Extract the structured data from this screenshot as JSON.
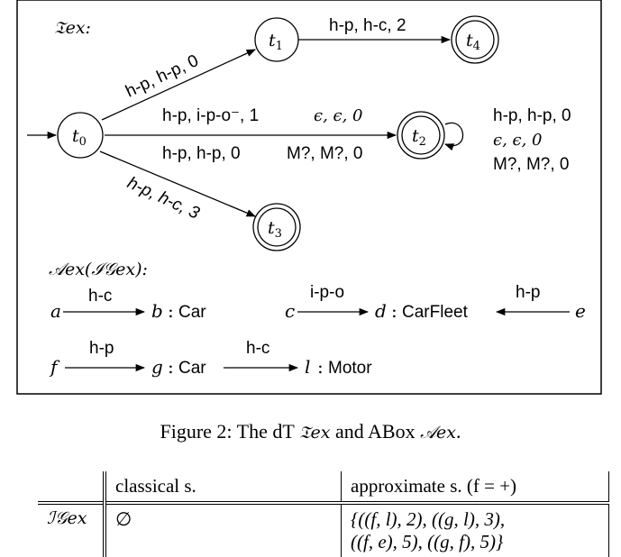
{
  "diagram": {
    "dt_title": "𝔗ex:",
    "states": [
      "t0",
      "t1",
      "t2",
      "t3",
      "t4"
    ],
    "edges": [
      {
        "from": "t0",
        "to": "t1",
        "label": "h-p, h-p, 0"
      },
      {
        "from": "t1",
        "to": "t4",
        "label": "h-p, h-c, 2"
      },
      {
        "from": "t0",
        "to": "t2",
        "labels": [
          "h-p, i-p-o⁻, 1",
          "ϵ, ϵ, 0",
          "h-p, h-p, 0",
          "M?, M?, 0"
        ]
      },
      {
        "from": "t2",
        "to": "t2",
        "labels": [
          "h-p, h-p, 0",
          "ϵ, ϵ, 0",
          "M?, M?, 0"
        ]
      },
      {
        "from": "t0",
        "to": "t3",
        "label": "h-p, h-c, 3"
      }
    ],
    "abox_title": "𝒜ex(ℐ𝒢ex):",
    "abox": {
      "a": "a",
      "b": "b",
      "b_type": "Car",
      "ab_role": "h-c",
      "c": "c",
      "d": "d",
      "d_type": "CarFleet",
      "cd_role": "i-p-o",
      "e": "e",
      "ed_role": "h-p",
      "f": "f",
      "g": "g",
      "g_type": "Car",
      "fg_role": "h-p",
      "l": "l",
      "l_type": "Motor",
      "gl_role": "h-c"
    }
  },
  "caption": {
    "prefix": "Figure 2: The dT ",
    "t_sym": "𝔗ex",
    "middle": " and ABox ",
    "a_sym": "𝒜ex",
    "suffix": "."
  },
  "table": {
    "col1": "classical s.",
    "col2": "approximate s.   (f = +)",
    "row_label": "ℐ𝒢ex",
    "row_c1": "∅",
    "row_c2_line1": "{((f, l), 2), ((g, l), 3),",
    "row_c2_line2": "((f, e), 5), ((g, f), 5)}"
  }
}
